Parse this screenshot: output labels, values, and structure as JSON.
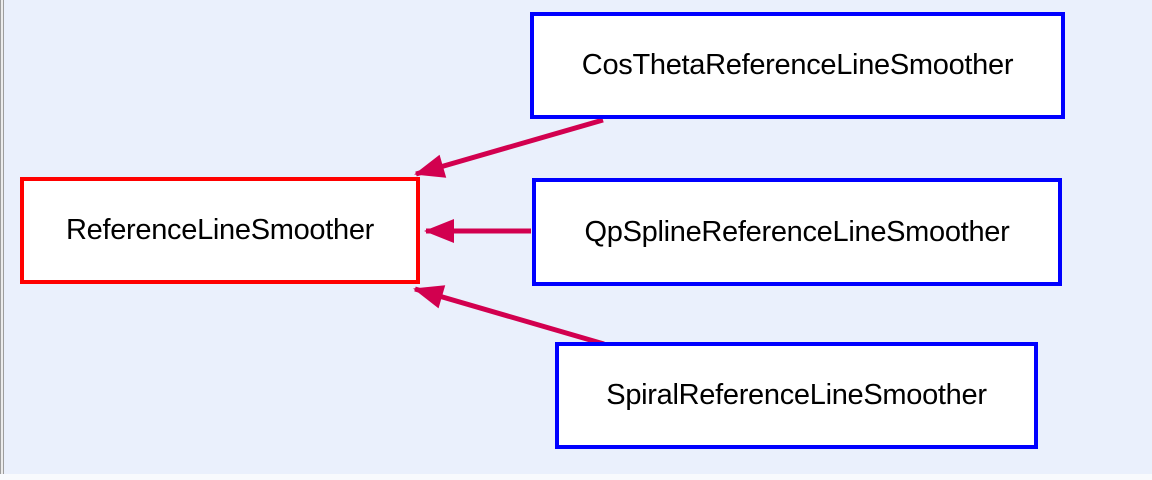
{
  "diagram": {
    "type": "class-inheritance-graph",
    "base_node": {
      "label": "ReferenceLineSmoother"
    },
    "derived_nodes": [
      {
        "label": "CosThetaReferenceLineSmoother"
      },
      {
        "label": "QpSplineReferenceLineSmoother"
      },
      {
        "label": "SpiralReferenceLineSmoother"
      }
    ],
    "edges": [
      {
        "from": "CosThetaReferenceLineSmoother",
        "to": "ReferenceLineSmoother"
      },
      {
        "from": "QpSplineReferenceLineSmoother",
        "to": "ReferenceLineSmoother"
      },
      {
        "from": "SpiralReferenceLineSmoother",
        "to": "ReferenceLineSmoother"
      }
    ],
    "colors": {
      "background": "#eaf0fc",
      "node_fill": "#ffffff",
      "base_node_border": "#ff0000",
      "derived_node_border": "#0000ff",
      "arrow": "#d2004f",
      "text": "#000000",
      "frame_edge": "#9d9d9d",
      "bottom_strip": "#f8fafd"
    }
  }
}
